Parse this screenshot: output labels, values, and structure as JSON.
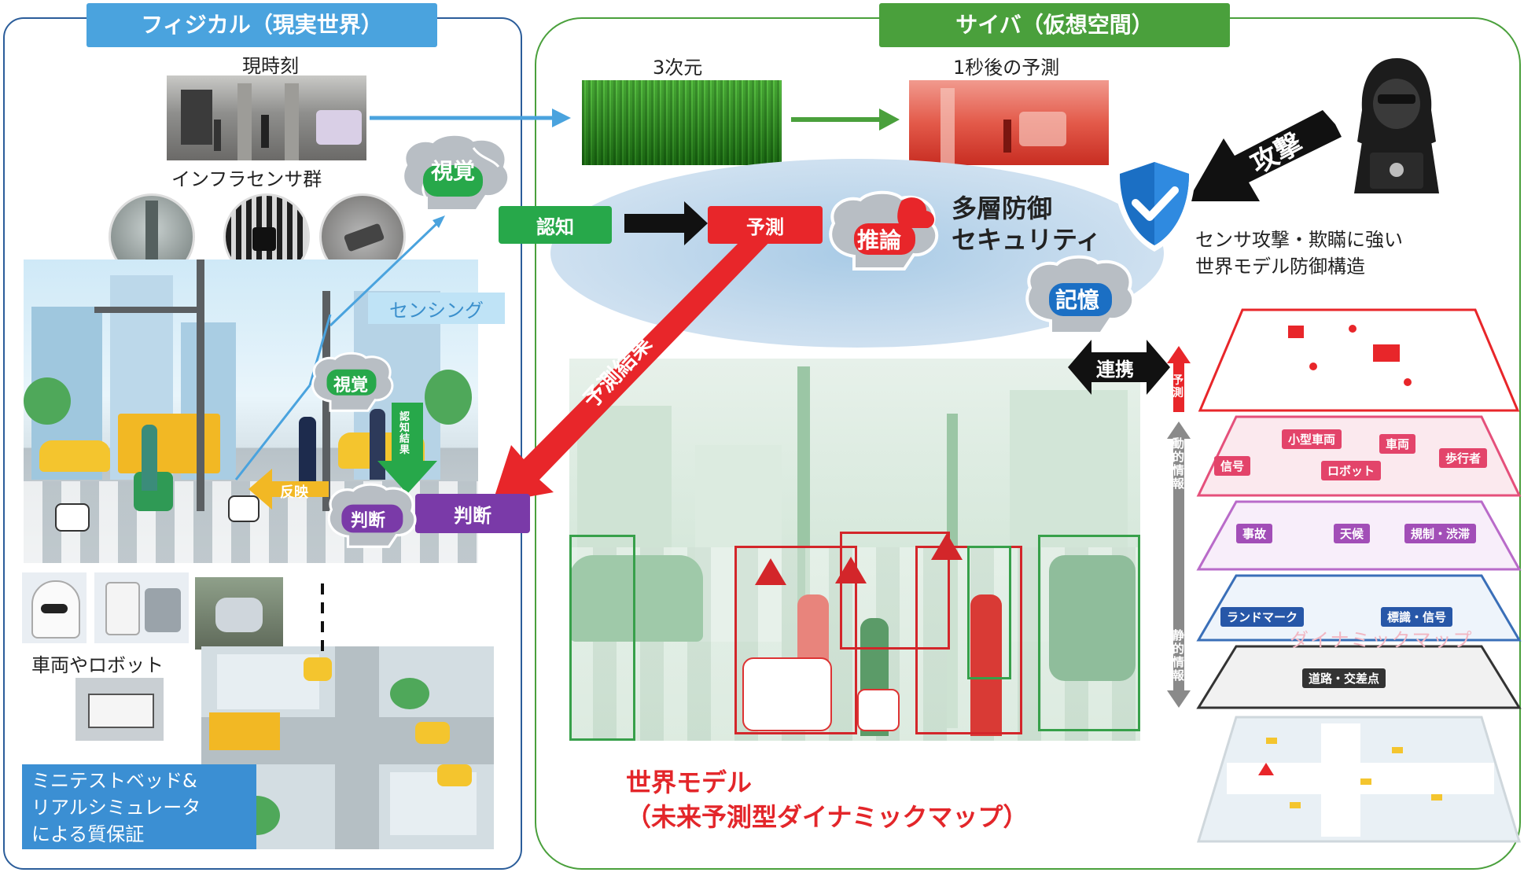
{
  "physical": {
    "header": "フィジカル（現実世界）"
  },
  "cyber": {
    "header": "サイバ（仮想空間）"
  },
  "labels": {
    "current_time": "現時刻",
    "infra_sensors": "インフラセンサ群",
    "sensing": "センシング",
    "vehicles_robots": "車両やロボット",
    "testbed": "ミニテストベッド&\nリアルシミュレータ\nによる質保証",
    "three_d": "3次元",
    "prediction_1s": "1秒後の予測",
    "defense_title_1": "多層防御",
    "defense_title_2": "セキュリティ",
    "attack": "攻撃",
    "defense_desc": "センサ攻撃・欺瞞に強い\n世界モデル防御構造",
    "world_model_title": "世界モデル",
    "world_model_sub": "（未来予測型ダイナミックマップ）",
    "prediction_result": "予測結果",
    "recognition_result": "認知結果",
    "reflect": "反映",
    "cooperation": "連携",
    "predict_axis": "予測",
    "dynamic_info": "動的情報",
    "static_info": "静的情報",
    "dynamic_map_watermark": "ダイナミックマップ"
  },
  "process_boxes": {
    "recognition": "認知",
    "prediction": "予測",
    "judgment": "判断"
  },
  "brains": {
    "vision_top": "視覚",
    "reasoning": "推論",
    "memory": "記憶",
    "vision_scene": "視覚",
    "judgment_scene": "判断"
  },
  "layers": {
    "l1_tags": [
      "小型車両",
      "車両",
      "信号",
      "ロボット",
      "歩行者"
    ],
    "l2_tags": [
      "事故",
      "天候",
      "規制・渋滞"
    ],
    "l3_tags": [
      "ランドマーク",
      "標識・信号"
    ],
    "l4_tags": [
      "道路・交差点"
    ]
  },
  "colors": {
    "physical_blue": "#4aa3de",
    "cyber_green": "#4aa03c",
    "recognition_green": "#27a84a",
    "prediction_red": "#e8262a",
    "judgment_purple": "#7a3aa8",
    "shield_blue": "#1b6fc4"
  }
}
